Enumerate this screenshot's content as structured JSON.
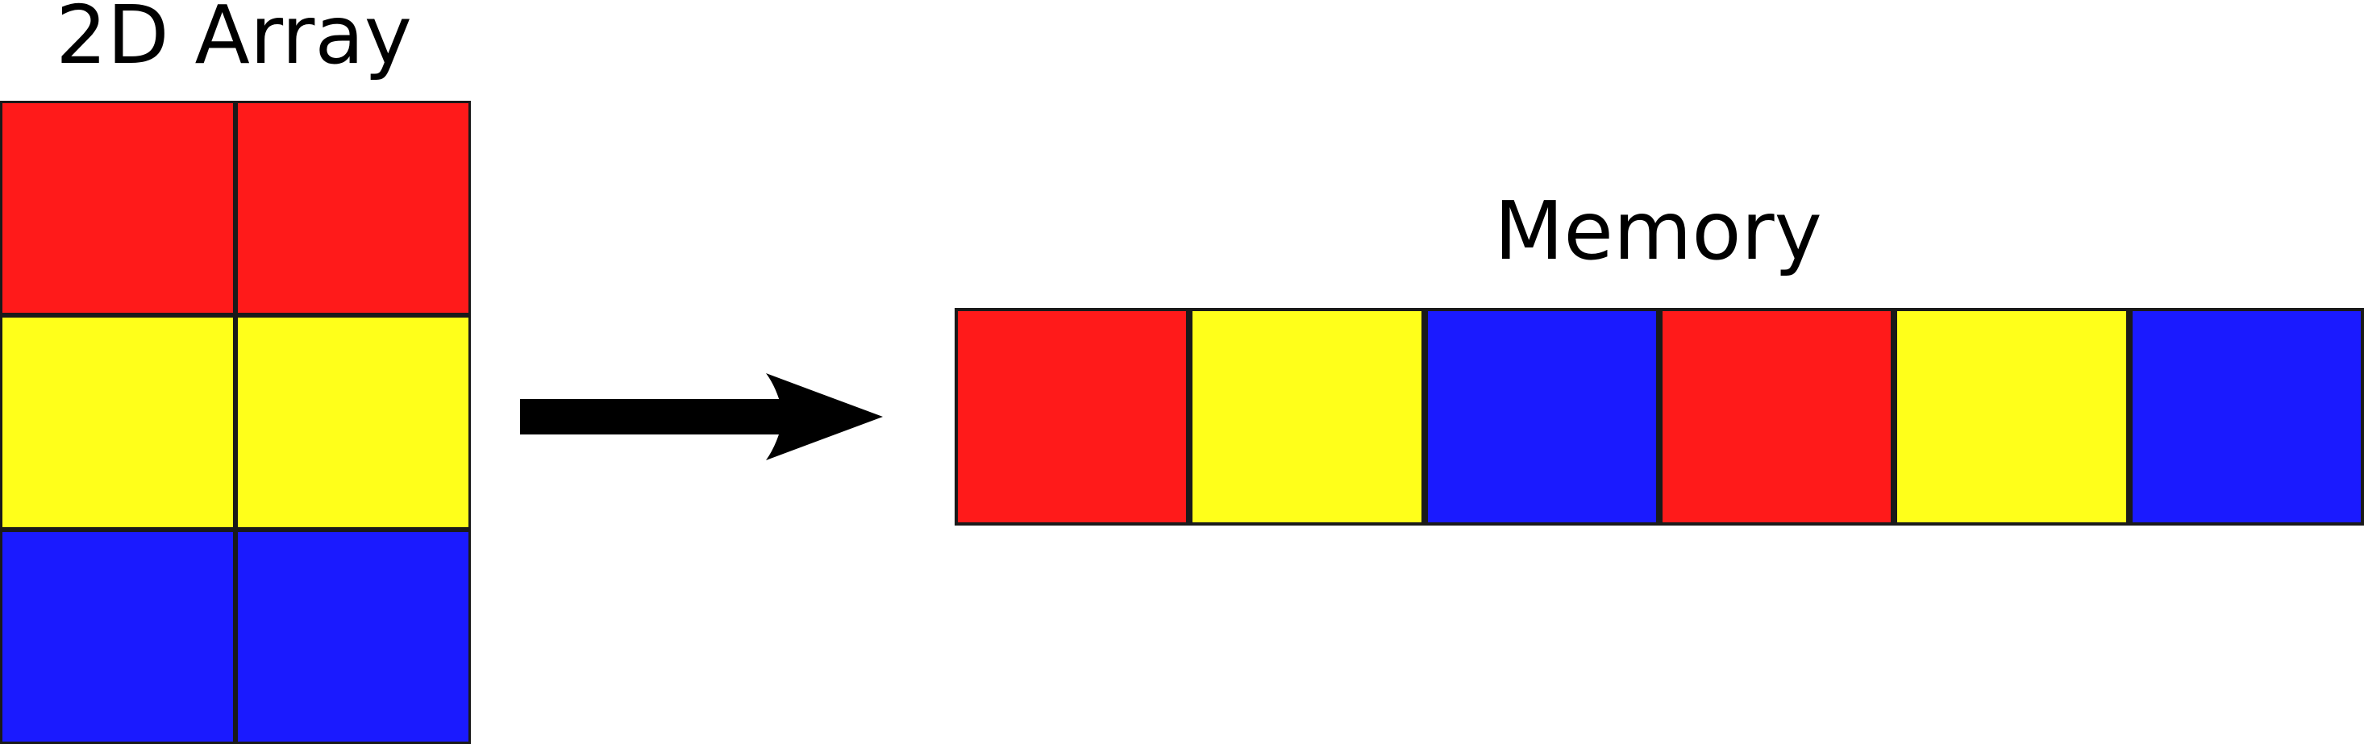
{
  "array_title": "2D Array",
  "memory_title": "Memory",
  "colors": {
    "red": "#ff1a1a",
    "yellow": "#ffff1a",
    "blue": "#1a1aff",
    "border": "#1a1a1a",
    "arrow": "#000000"
  },
  "array_rows": [
    [
      "red",
      "red"
    ],
    [
      "yellow",
      "yellow"
    ],
    [
      "blue",
      "blue"
    ]
  ],
  "memory_cells": [
    "red",
    "yellow",
    "blue",
    "red",
    "yellow",
    "blue"
  ]
}
